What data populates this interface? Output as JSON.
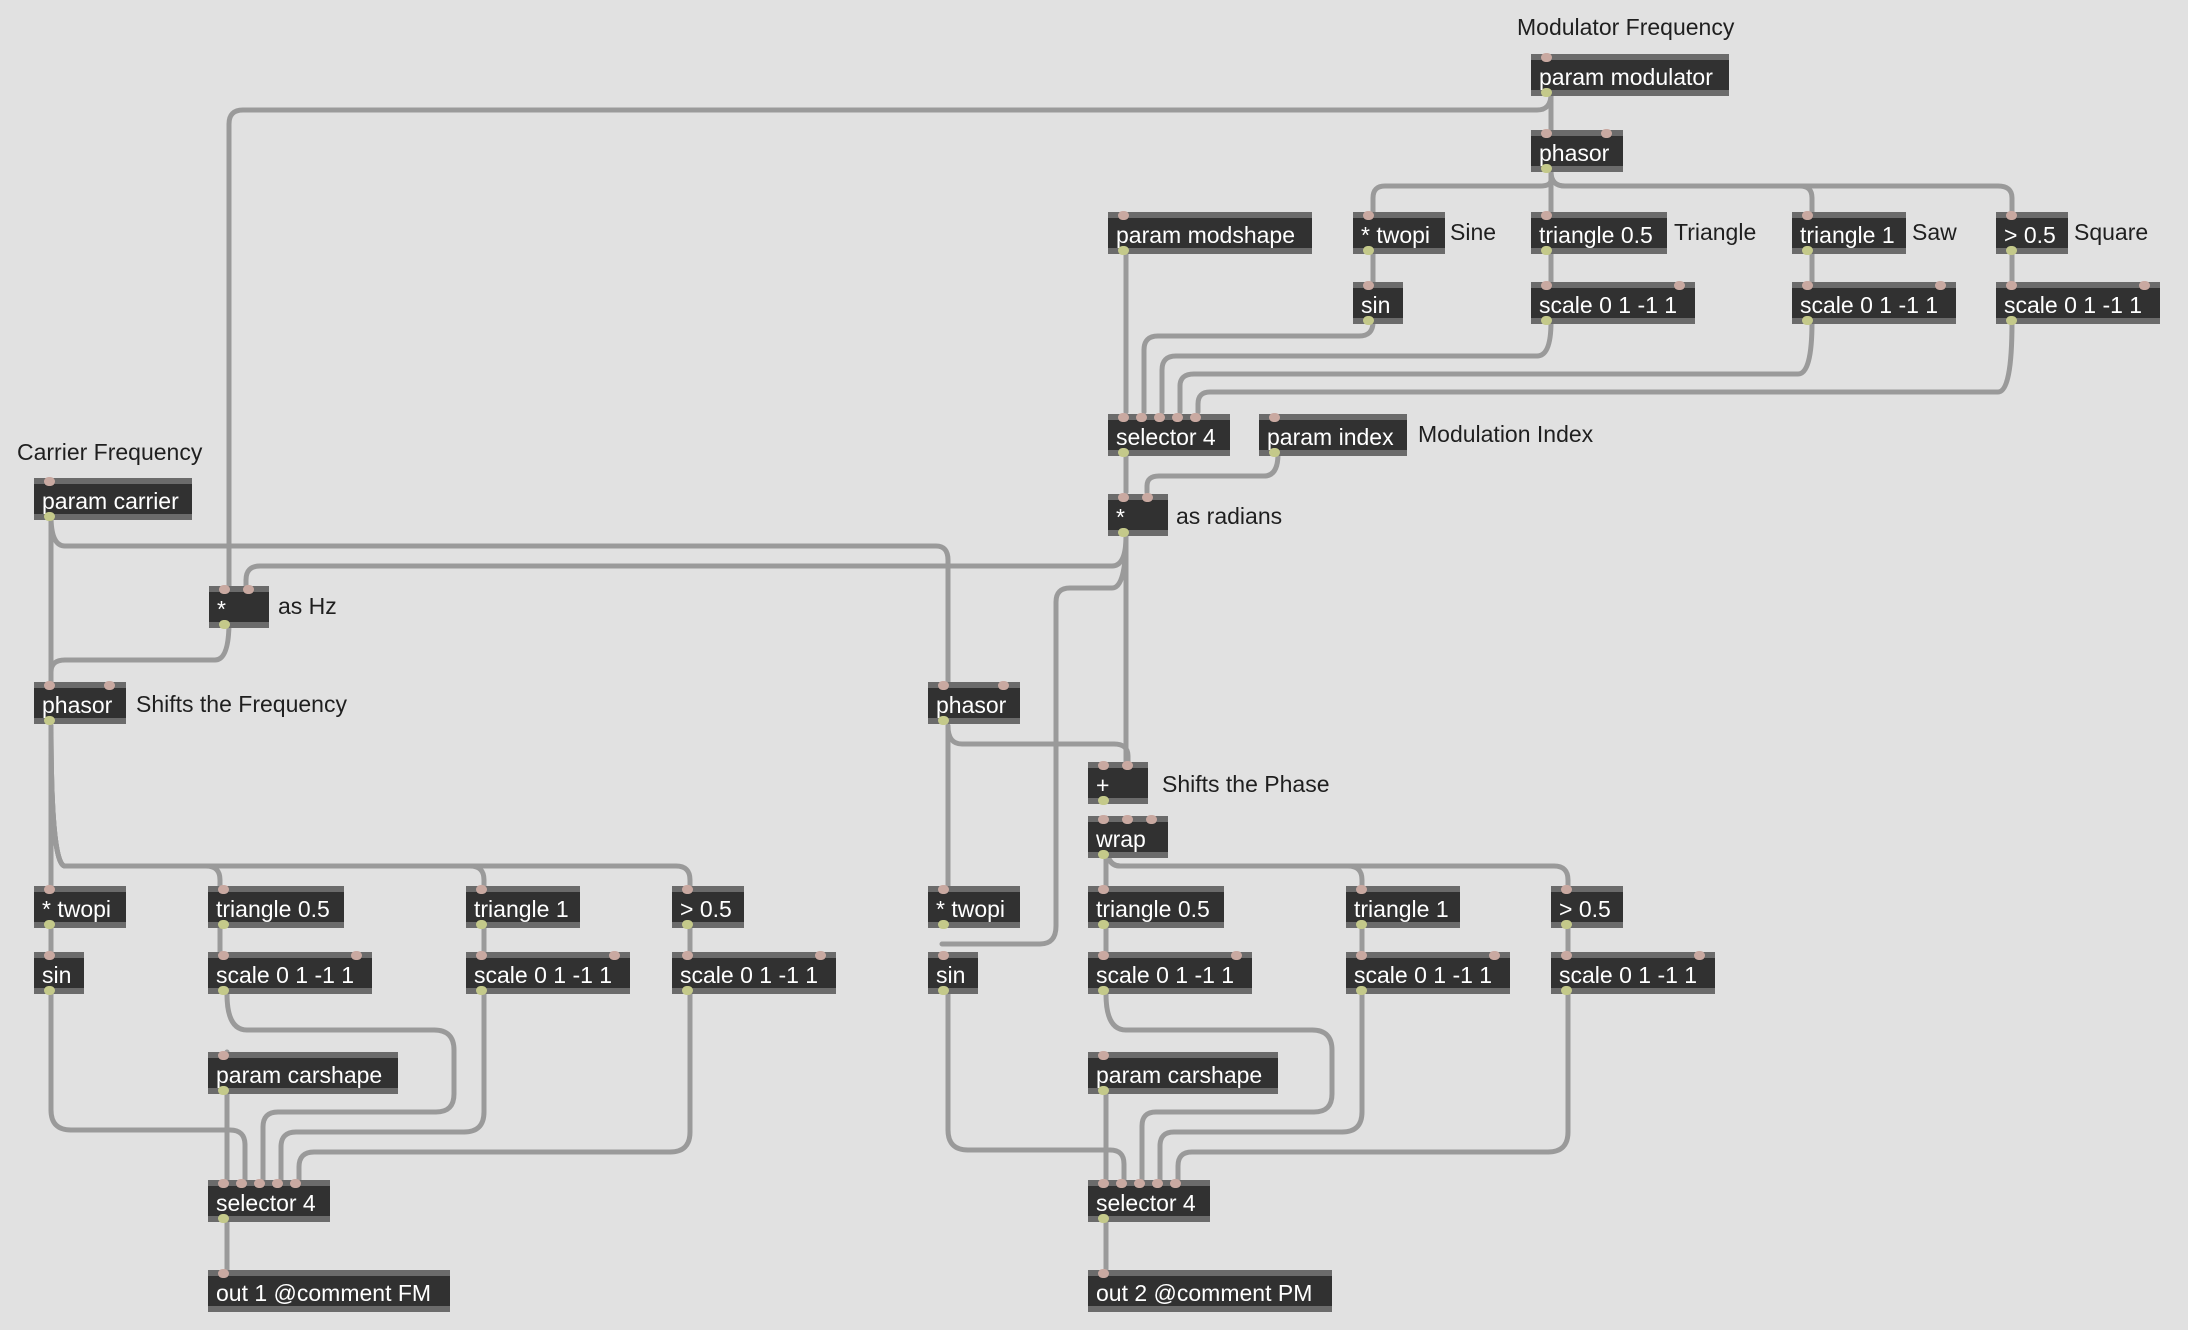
{
  "objects": [
    {
      "id": "o1",
      "text": "param modulator"
    },
    {
      "id": "o2",
      "text": "phasor"
    },
    {
      "id": "o3",
      "text": "param modshape"
    },
    {
      "id": "o4",
      "text": "* twopi"
    },
    {
      "id": "o5",
      "text": "triangle 0.5"
    },
    {
      "id": "o6",
      "text": "triangle 1"
    },
    {
      "id": "o7",
      "text": "> 0.5"
    },
    {
      "id": "o8",
      "text": "sin"
    },
    {
      "id": "o9",
      "text": "scale 0 1 -1 1"
    },
    {
      "id": "o10",
      "text": "scale 0 1 -1 1"
    },
    {
      "id": "o11",
      "text": "scale 0 1 -1 1"
    },
    {
      "id": "o12",
      "text": "selector 4"
    },
    {
      "id": "o13",
      "text": "param index"
    },
    {
      "id": "o14",
      "text": "*"
    },
    {
      "id": "o15",
      "text": "param carrier"
    },
    {
      "id": "o16",
      "text": "*"
    },
    {
      "id": "o17",
      "text": "phasor"
    },
    {
      "id": "o18",
      "text": "phasor"
    },
    {
      "id": "o19",
      "text": "+"
    },
    {
      "id": "o20",
      "text": "wrap"
    },
    {
      "id": "o21",
      "text": "* twopi"
    },
    {
      "id": "o22",
      "text": "triangle 0.5"
    },
    {
      "id": "o23",
      "text": "triangle 1"
    },
    {
      "id": "o24",
      "text": "> 0.5"
    },
    {
      "id": "o25",
      "text": "sin"
    },
    {
      "id": "o26",
      "text": "scale 0 1 -1 1"
    },
    {
      "id": "o27",
      "text": "scale 0 1 -1 1"
    },
    {
      "id": "o28",
      "text": "scale 0 1 -1 1"
    },
    {
      "id": "o29",
      "text": "param carshape"
    },
    {
      "id": "o30",
      "text": "selector 4"
    },
    {
      "id": "o31",
      "text": "out 1 @comment FM"
    },
    {
      "id": "o32",
      "text": "* twopi"
    },
    {
      "id": "o33",
      "text": "triangle 0.5"
    },
    {
      "id": "o34",
      "text": "triangle 1"
    },
    {
      "id": "o35",
      "text": "> 0.5"
    },
    {
      "id": "o36",
      "text": "sin"
    },
    {
      "id": "o37",
      "text": "scale 0 1 -1 1"
    },
    {
      "id": "o38",
      "text": "scale 0 1 -1 1"
    },
    {
      "id": "o39",
      "text": "scale 0 1 -1 1"
    },
    {
      "id": "o40",
      "text": "param carshape"
    },
    {
      "id": "o41",
      "text": "selector 4"
    },
    {
      "id": "o42",
      "text": "out 2 @comment PM"
    }
  ],
  "comments": [
    {
      "id": "c1",
      "text": "Modulator Frequency"
    },
    {
      "id": "c2",
      "text": "Sine"
    },
    {
      "id": "c3",
      "text": "Triangle"
    },
    {
      "id": "c4",
      "text": "Saw"
    },
    {
      "id": "c5",
      "text": "Square"
    },
    {
      "id": "c6",
      "text": "Modulation Index"
    },
    {
      "id": "c7",
      "text": "as radians"
    },
    {
      "id": "c8",
      "text": "Carrier Frequency"
    },
    {
      "id": "c9",
      "text": "as Hz"
    },
    {
      "id": "c10",
      "text": "Shifts the Frequency"
    },
    {
      "id": "c11",
      "text": "Shifts the Phase"
    }
  ],
  "colors": {
    "canvas": "#e1e1e1",
    "object_body": "#313131",
    "object_border": "#6b6b6b",
    "object_text": "#ffffff",
    "comment_text": "#1f1f1f",
    "cord": "#9a9a9a",
    "inlet": "#c9a9a1",
    "outlet": "#c4c98a"
  }
}
